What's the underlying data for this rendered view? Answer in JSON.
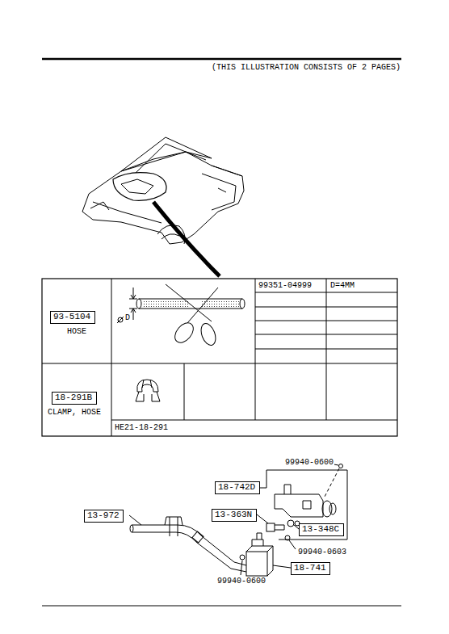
{
  "diagram": {
    "nodes": [
      {
        "text": [
          "93-5104"
        ]
      },
      {
        "text": [
          "18-291B"
        ]
      },
      {
        "text": [
          "18-742D"
        ]
      },
      {
        "text": [
          "13-363N"
        ]
      },
      {
        "text": [
          "13-348C"
        ]
      },
      {
        "text": [
          "18-741"
        ]
      },
      {
        "text": [
          "13-972"
        ]
      }
    ],
    "labels": [
      "(THIS ILLUSTRATION CONSISTS OF 2 PAGES)",
      "D",
      "99351-04999",
      "D=4MM",
      "HOSE",
      "CLAMP, HOSE",
      "HE21-18-291",
      "99940-0600",
      "99940-0603",
      "99940-0600"
    ]
  }
}
